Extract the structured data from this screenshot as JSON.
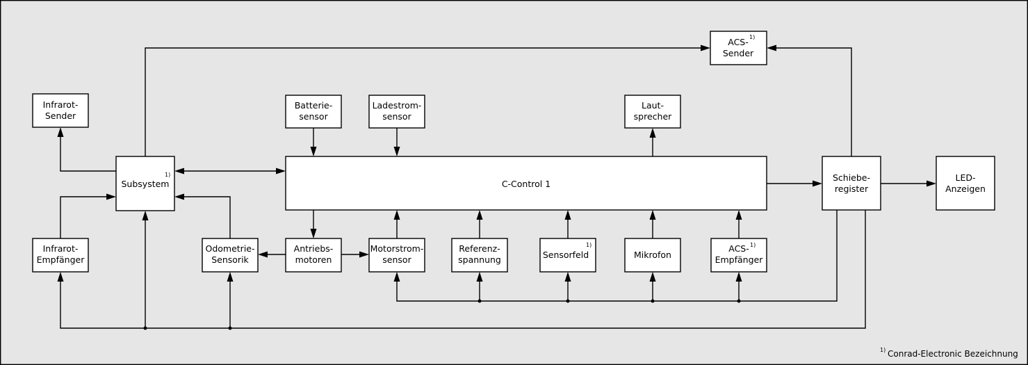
{
  "diagram": {
    "colors": {
      "background": "#e6e6e6",
      "box": "#ffffff",
      "line": "#000000"
    },
    "blocks": {
      "acs_sender": {
        "label": [
          "ACS-",
          "Sender"
        ],
        "sup": "1)"
      },
      "infrarot_sender": {
        "label": [
          "Infrarot-",
          "Sender"
        ]
      },
      "batteriesensor": {
        "label": [
          "Batterie-",
          "sensor"
        ]
      },
      "ladestromsensor": {
        "label": [
          "Ladestrom-",
          "sensor"
        ]
      },
      "lautsprecher": {
        "label": [
          "Laut-",
          "sprecher"
        ]
      },
      "subsystem": {
        "label": [
          "Subsystem"
        ],
        "sup": "1)"
      },
      "c_control": {
        "label": [
          "C-Control 1"
        ]
      },
      "schieberegister": {
        "label": [
          "Schiebe-",
          "register"
        ]
      },
      "led_anzeigen": {
        "label": [
          "LED-",
          "Anzeigen"
        ]
      },
      "infrarot_empfaenger": {
        "label": [
          "Infrarot-",
          "Empfänger"
        ]
      },
      "odometrie": {
        "label": [
          "Odometrie-",
          "Sensorik"
        ]
      },
      "antriebsmotoren": {
        "label": [
          "Antriebs-",
          "motoren"
        ]
      },
      "motorstromsensor": {
        "label": [
          "Motorstrom-",
          "sensor"
        ]
      },
      "referenzspannung": {
        "label": [
          "Referenz-",
          "spannung"
        ]
      },
      "sensorfeld": {
        "label": [
          "Sensorfeld"
        ],
        "sup": "1)"
      },
      "mikrofon": {
        "label": [
          "Mikrofon"
        ]
      },
      "acs_empfaenger": {
        "label": [
          "ACS-",
          "Empfänger"
        ],
        "sup": "1)"
      }
    },
    "footnote": {
      "mark": "1)",
      "text": "Conrad-Electronic Bezeichnung"
    }
  }
}
